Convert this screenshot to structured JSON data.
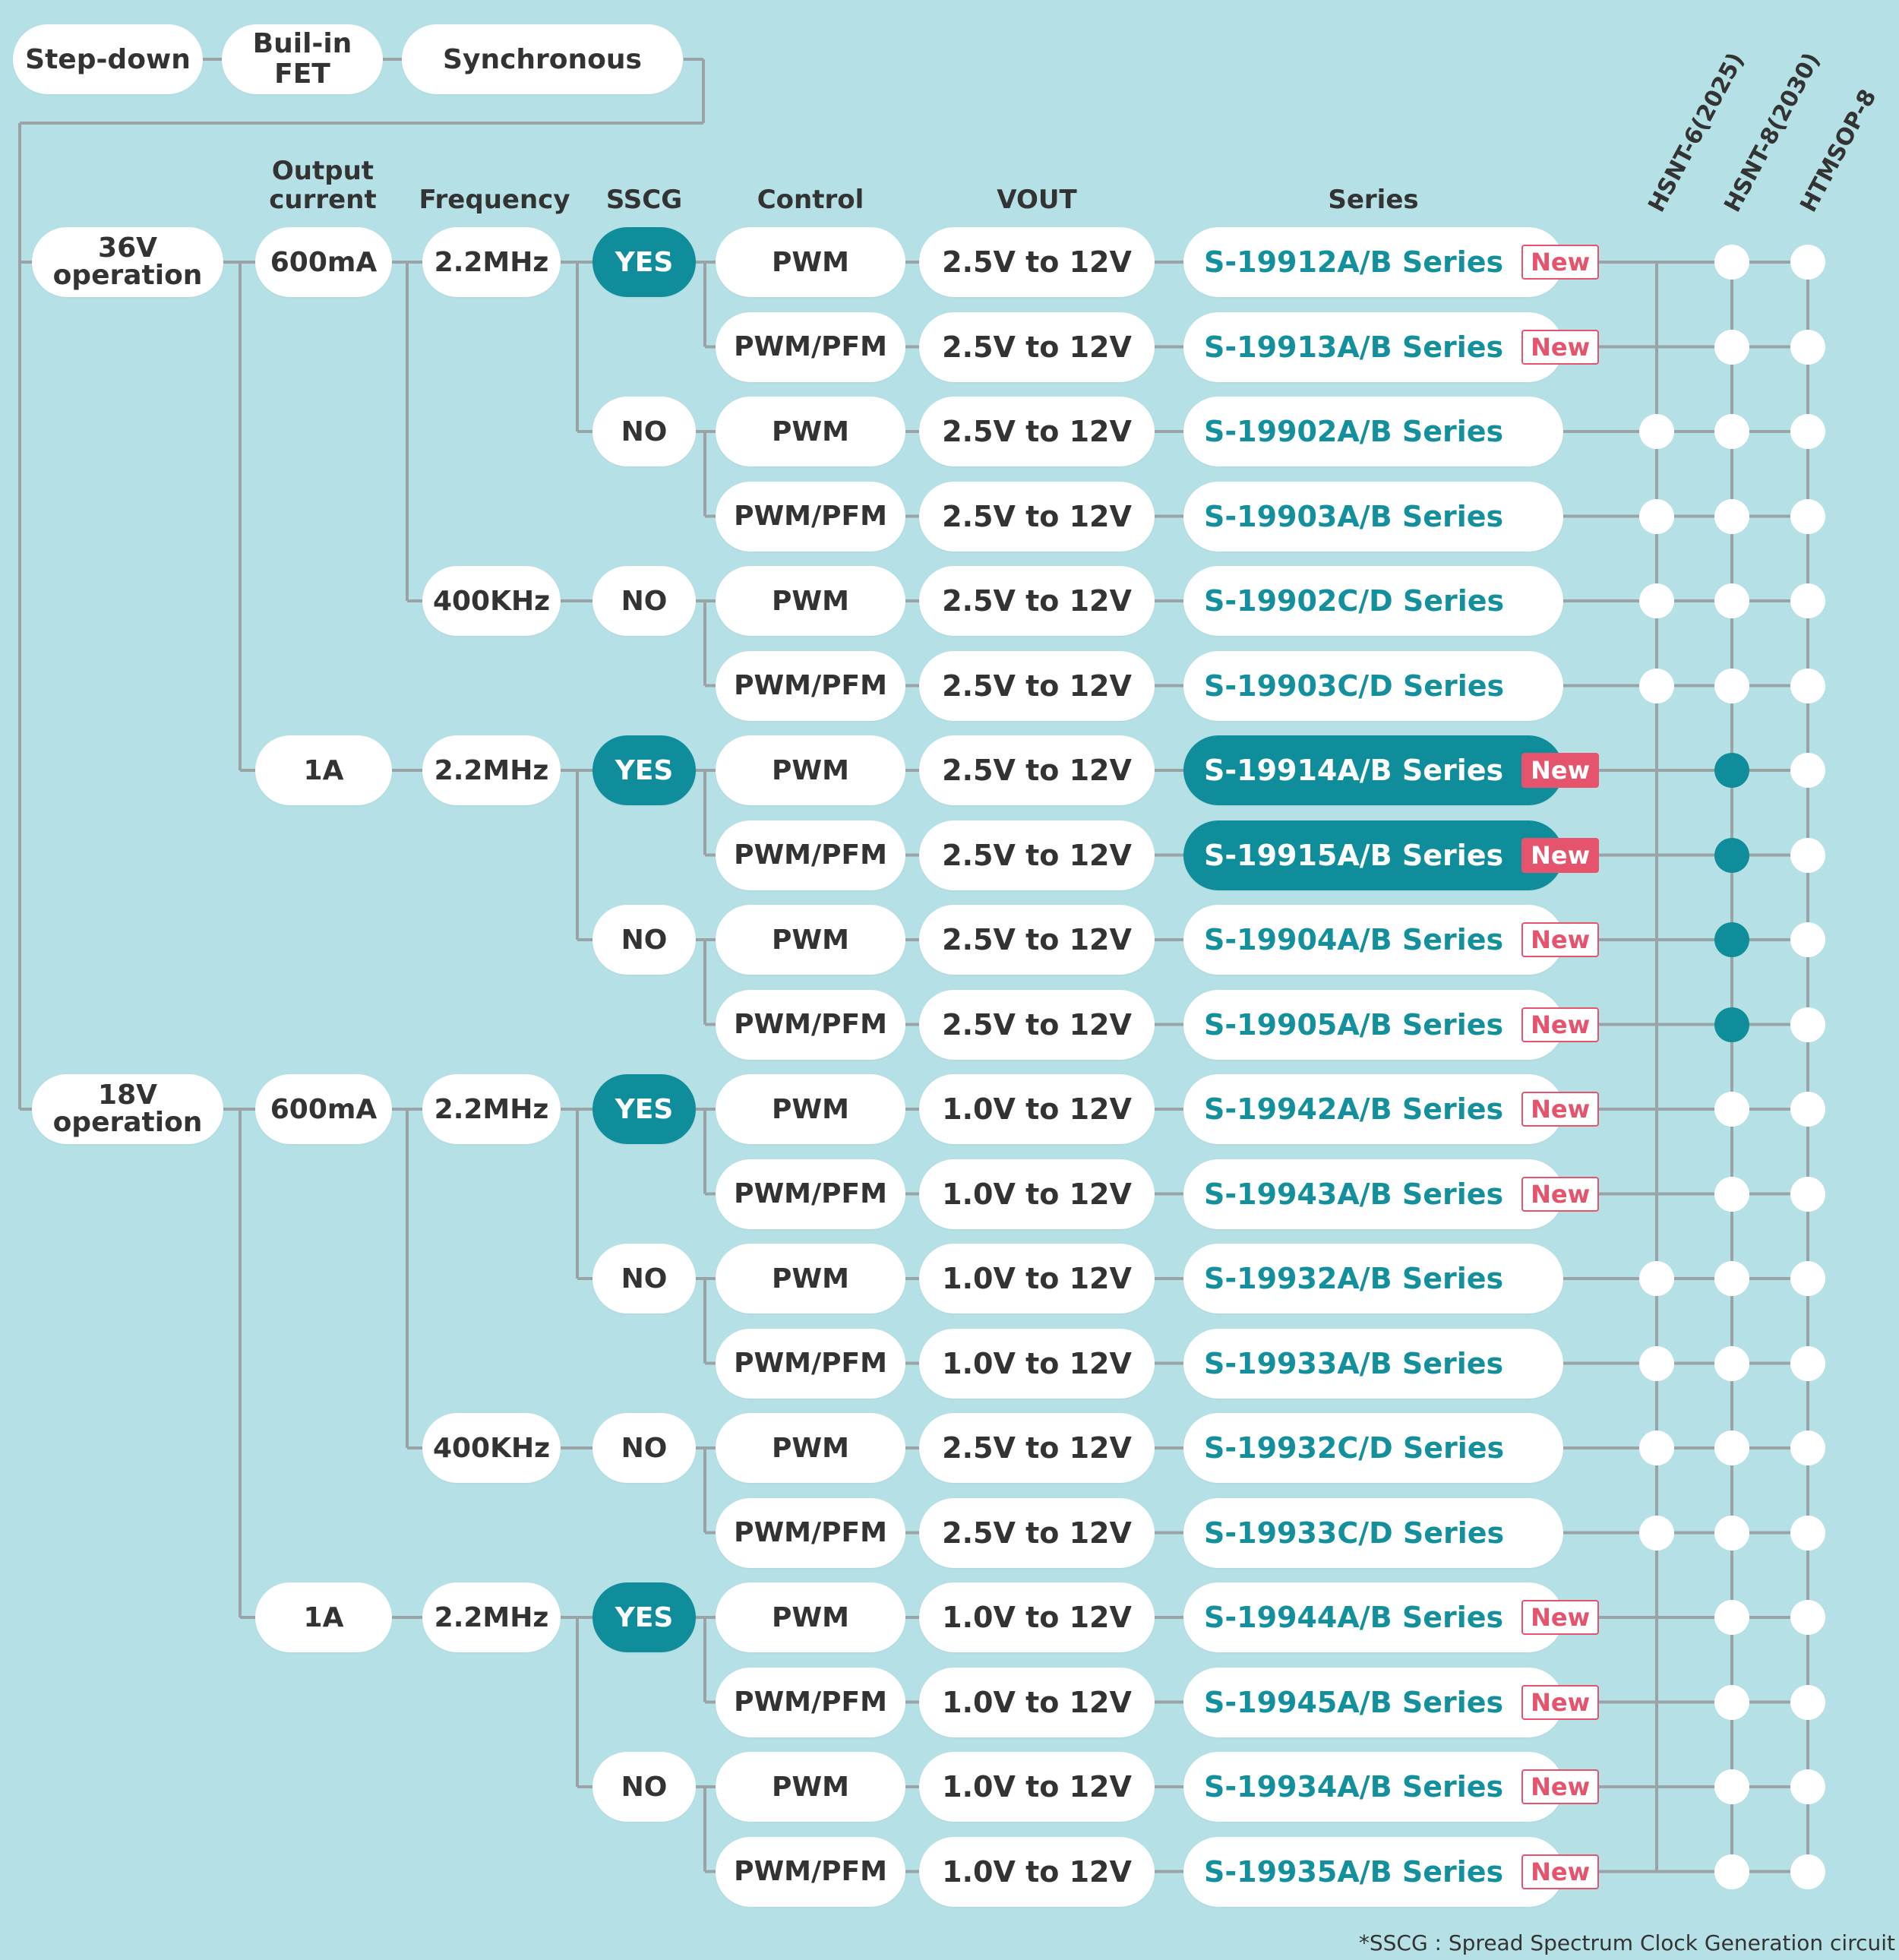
{
  "tags": [
    "Step-down",
    "Buil-in FET",
    "Synchronous"
  ],
  "headers": {
    "output_current": "Output current",
    "frequency": "Frequency",
    "sscg": "SSCG",
    "control": "Control",
    "vout": "VOUT",
    "series": "Series",
    "packages": [
      "HSNT-6(2025)",
      "HSNT-8(2030)",
      "HTMSOP-8"
    ]
  },
  "operations": [
    {
      "label": "36V operation",
      "row": 0
    },
    {
      "label": "18V operation",
      "row": 10
    }
  ],
  "currents": [
    {
      "label": "600mA",
      "row": 0
    },
    {
      "label": "1A",
      "row": 6
    },
    {
      "label": "600mA",
      "row": 10
    },
    {
      "label": "1A",
      "row": 16
    }
  ],
  "frequencies": [
    {
      "label": "2.2MHz",
      "row": 0
    },
    {
      "label": "400KHz",
      "row": 4
    },
    {
      "label": "2.2MHz",
      "row": 6
    },
    {
      "label": "2.2MHz",
      "row": 10
    },
    {
      "label": "400KHz",
      "row": 14
    },
    {
      "label": "2.2MHz",
      "row": 16
    }
  ],
  "sscg_nodes": [
    {
      "label": "YES",
      "row": 0,
      "highlight": true
    },
    {
      "label": "NO",
      "row": 2,
      "highlight": false
    },
    {
      "label": "NO",
      "row": 4,
      "highlight": false
    },
    {
      "label": "YES",
      "row": 6,
      "highlight": true
    },
    {
      "label": "NO",
      "row": 8,
      "highlight": false
    },
    {
      "label": "YES",
      "row": 10,
      "highlight": true
    },
    {
      "label": "NO",
      "row": 12,
      "highlight": false
    },
    {
      "label": "NO",
      "row": 14,
      "highlight": false
    },
    {
      "label": "YES",
      "row": 16,
      "highlight": true
    },
    {
      "label": "NO",
      "row": 18,
      "highlight": false
    }
  ],
  "new_label": "New",
  "rows": [
    {
      "control": "PWM",
      "vout": "2.5V to 12V",
      "series": "S-19912A/B Series",
      "new": true,
      "filled": false,
      "pkg": [
        false,
        "white",
        "white"
      ]
    },
    {
      "control": "PWM/PFM",
      "vout": "2.5V to 12V",
      "series": "S-19913A/B Series",
      "new": true,
      "filled": false,
      "pkg": [
        false,
        "white",
        "white"
      ]
    },
    {
      "control": "PWM",
      "vout": "2.5V to 12V",
      "series": "S-19902A/B Series",
      "new": false,
      "filled": false,
      "pkg": [
        "white",
        "white",
        "white"
      ]
    },
    {
      "control": "PWM/PFM",
      "vout": "2.5V to 12V",
      "series": "S-19903A/B Series",
      "new": false,
      "filled": false,
      "pkg": [
        "white",
        "white",
        "white"
      ]
    },
    {
      "control": "PWM",
      "vout": "2.5V to 12V",
      "series": "S-19902C/D Series",
      "new": false,
      "filled": false,
      "pkg": [
        "white",
        "white",
        "white"
      ]
    },
    {
      "control": "PWM/PFM",
      "vout": "2.5V to 12V",
      "series": "S-19903C/D Series",
      "new": false,
      "filled": false,
      "pkg": [
        "white",
        "white",
        "white"
      ]
    },
    {
      "control": "PWM",
      "vout": "2.5V to 12V",
      "series": "S-19914A/B Series",
      "new": true,
      "filled": true,
      "pkg": [
        false,
        "teal",
        "white"
      ]
    },
    {
      "control": "PWM/PFM",
      "vout": "2.5V to 12V",
      "series": "S-19915A/B Series",
      "new": true,
      "filled": true,
      "pkg": [
        false,
        "teal",
        "white"
      ]
    },
    {
      "control": "PWM",
      "vout": "2.5V to 12V",
      "series": "S-19904A/B Series",
      "new": true,
      "filled": false,
      "pkg": [
        false,
        "teal",
        "white"
      ]
    },
    {
      "control": "PWM/PFM",
      "vout": "2.5V to 12V",
      "series": "S-19905A/B Series",
      "new": true,
      "filled": false,
      "pkg": [
        false,
        "teal",
        "white"
      ]
    },
    {
      "control": "PWM",
      "vout": "1.0V to 12V",
      "series": "S-19942A/B Series",
      "new": true,
      "filled": false,
      "pkg": [
        false,
        "white",
        "white"
      ]
    },
    {
      "control": "PWM/PFM",
      "vout": "1.0V to 12V",
      "series": "S-19943A/B Series",
      "new": true,
      "filled": false,
      "pkg": [
        false,
        "white",
        "white"
      ]
    },
    {
      "control": "PWM",
      "vout": "1.0V to 12V",
      "series": "S-19932A/B Series",
      "new": false,
      "filled": false,
      "pkg": [
        "white",
        "white",
        "white"
      ]
    },
    {
      "control": "PWM/PFM",
      "vout": "1.0V to 12V",
      "series": "S-19933A/B Series",
      "new": false,
      "filled": false,
      "pkg": [
        "white",
        "white",
        "white"
      ]
    },
    {
      "control": "PWM",
      "vout": "2.5V to 12V",
      "series": "S-19932C/D Series",
      "new": false,
      "filled": false,
      "pkg": [
        "white",
        "white",
        "white"
      ]
    },
    {
      "control": "PWM/PFM",
      "vout": "2.5V to 12V",
      "series": "S-19933C/D Series",
      "new": false,
      "filled": false,
      "pkg": [
        "white",
        "white",
        "white"
      ]
    },
    {
      "control": "PWM",
      "vout": "1.0V to 12V",
      "series": "S-19944A/B Series",
      "new": true,
      "filled": false,
      "pkg": [
        false,
        "white",
        "white"
      ]
    },
    {
      "control": "PWM/PFM",
      "vout": "1.0V to 12V",
      "series": "S-19945A/B Series",
      "new": true,
      "filled": false,
      "pkg": [
        false,
        "white",
        "white"
      ]
    },
    {
      "control": "PWM",
      "vout": "1.0V to 12V",
      "series": "S-19934A/B Series",
      "new": true,
      "filled": false,
      "pkg": [
        false,
        "white",
        "white"
      ]
    },
    {
      "control": "PWM/PFM",
      "vout": "1.0V to 12V",
      "series": "S-19935A/B Series",
      "new": true,
      "filled": false,
      "pkg": [
        false,
        "white",
        "white"
      ]
    }
  ],
  "footnote": "*SSCG : Spread Spectrum Clock Generation circuit",
  "colors": {
    "background": "#b5e0e5",
    "teal": "#0f8d9a",
    "new_red": "#e5546c",
    "line": "#9aa3a6"
  }
}
